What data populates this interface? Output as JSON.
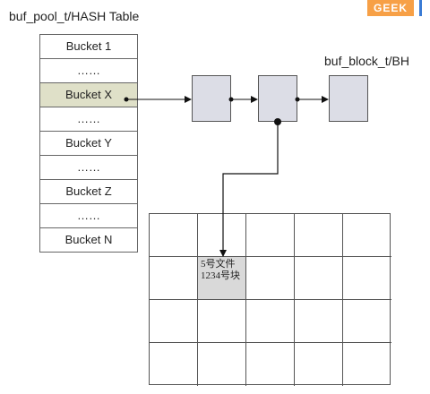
{
  "labels": {
    "hash_table": "buf_pool_t/HASH Table",
    "bh": "buf_block_t/BH",
    "block_text": "5号文件1234号块"
  },
  "logo": {
    "text": "GEEK"
  },
  "buckets": [
    "Bucket 1",
    "……",
    "Bucket X",
    "……",
    "Bucket Y",
    "……",
    "Bucket Z",
    "……",
    "Bucket N"
  ],
  "highlighted_bucket": "Bucket X",
  "colors": {
    "bucket_highlight": "#dfe0c8",
    "block_fill": "#dcdde6",
    "cell_highlight": "#d9d9d9",
    "logo": "#f7a046"
  }
}
